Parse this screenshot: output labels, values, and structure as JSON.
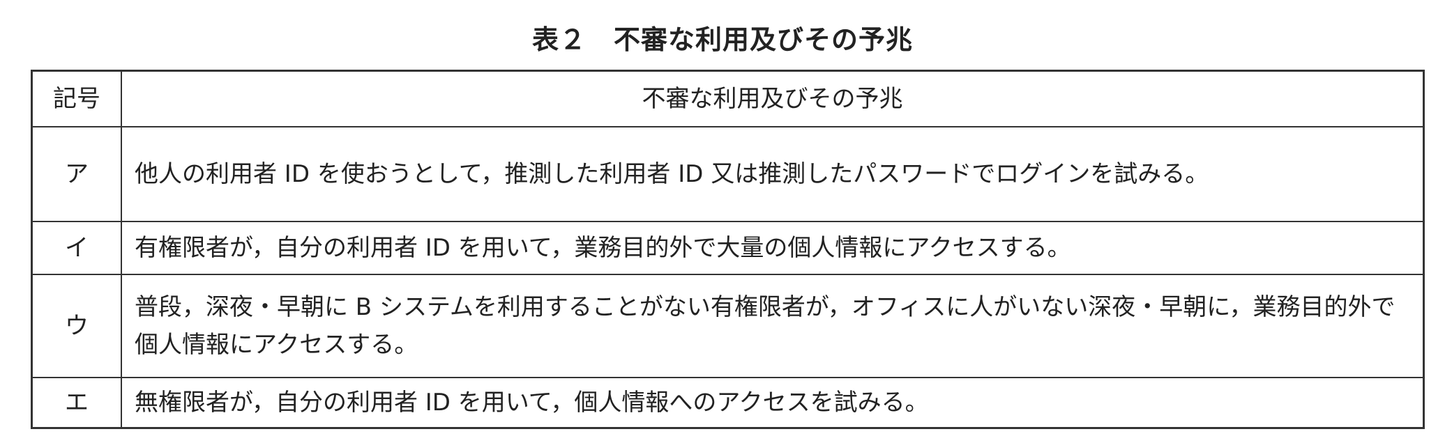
{
  "title": "表２　不審な利用及びその予兆",
  "table": {
    "headers": [
      "記号",
      "不審な利用及びその予兆"
    ],
    "rows": [
      {
        "symbol": "ア",
        "text": "他人の利用者 ID を使おうとして，推測した利用者 ID 又は推測したパスワードでログインを試みる。"
      },
      {
        "symbol": "イ",
        "text": "有権限者が，自分の利用者 ID を用いて，業務目的外で大量の個人情報にアクセスする。"
      },
      {
        "symbol": "ウ",
        "text": "普段，深夜・早朝に B システムを利用することがない有権限者が，オフィスに人がいない深夜・早朝に，業務目的外で個人情報にアクセスする。"
      },
      {
        "symbol": "エ",
        "text": "無権限者が，自分の利用者 ID を用いて，個人情報へのアクセスを試みる。"
      }
    ]
  }
}
